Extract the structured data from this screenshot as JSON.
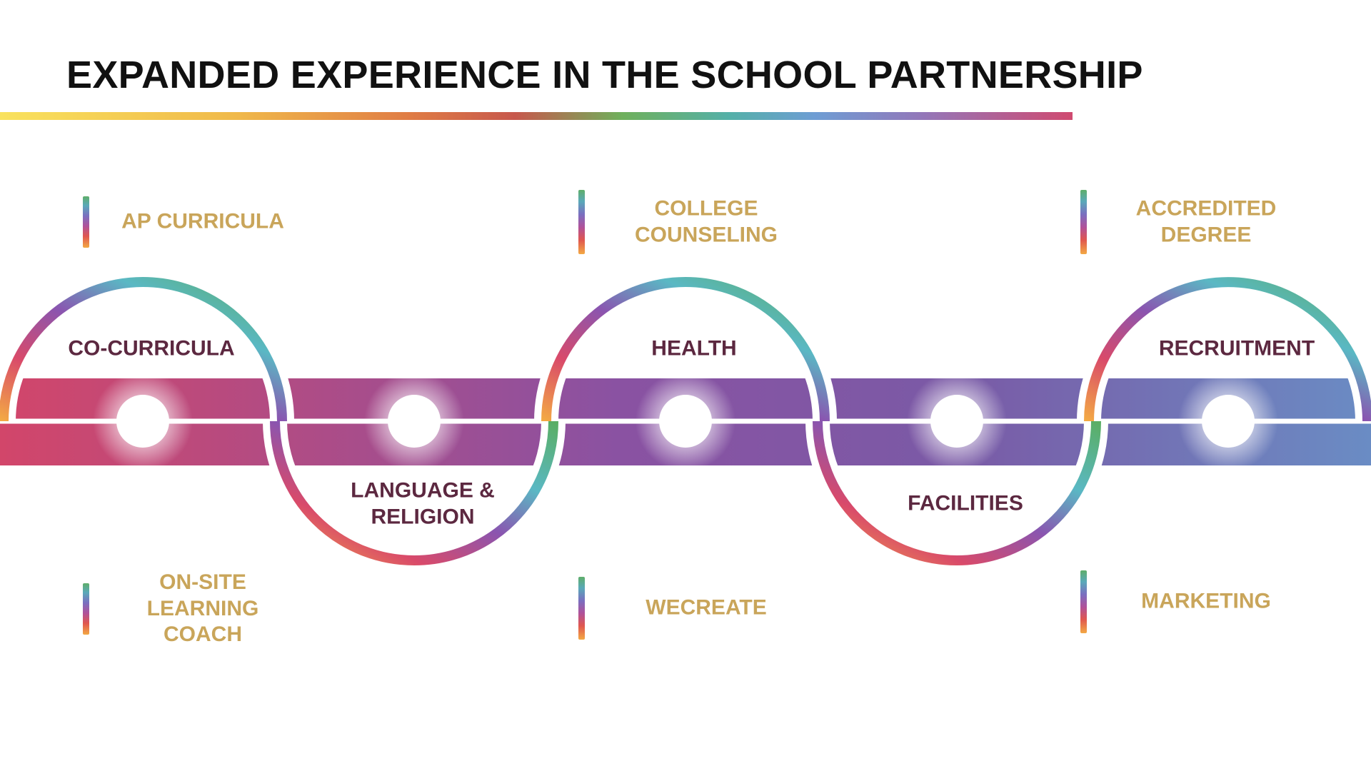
{
  "title": "EXPANDED EXPERIENCE IN THE SCHOOL PARTNERSHIP",
  "stages": [
    {
      "label": "CO-CURRICULA",
      "arc": "top"
    },
    {
      "label": "LANGUAGE &\nRELIGION",
      "arc": "bottom"
    },
    {
      "label": "HEALTH",
      "arc": "top"
    },
    {
      "label": "FACILITIES",
      "arc": "bottom"
    },
    {
      "label": "RECRUITMENT",
      "arc": "top"
    }
  ],
  "features_top": [
    "AP CURRICULA",
    "COLLEGE\nCOUNSELING",
    "ACCREDITED\nDEGREE"
  ],
  "features_bottom": [
    "ON-SITE\nLEARNING\nCOACH",
    "WECREATE",
    "MARKETING"
  ],
  "colors": {
    "band_start": "#d2466a",
    "band_mid": "#8a52a2",
    "band_end": "#6a8cc4",
    "stage_text": "#5c2840",
    "feature_text": "#c9a55a",
    "title_text": "#111111"
  }
}
